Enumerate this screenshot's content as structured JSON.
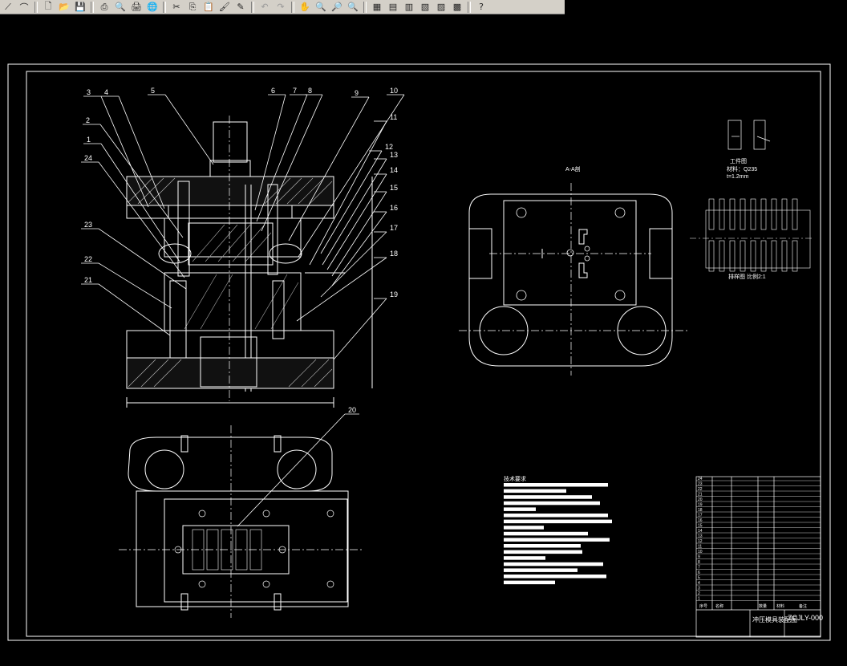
{
  "toolbar": {
    "buttons": [
      {
        "name": "polyline-icon",
        "glyph": "⟋"
      },
      {
        "name": "arc-icon",
        "glyph": "⌒"
      },
      {
        "name": "sep"
      },
      {
        "name": "new-file-icon",
        "glyph": "🗋"
      },
      {
        "name": "open-folder-icon",
        "glyph": "📂"
      },
      {
        "name": "save-icon",
        "glyph": "💾"
      },
      {
        "name": "sep"
      },
      {
        "name": "print-icon",
        "glyph": "⎙"
      },
      {
        "name": "plot-preview-icon",
        "glyph": "🔍"
      },
      {
        "name": "publish-icon",
        "glyph": "🖨"
      },
      {
        "name": "globe-icon",
        "glyph": "🌐"
      },
      {
        "name": "sep"
      },
      {
        "name": "cut-icon",
        "glyph": "✂"
      },
      {
        "name": "copy-icon",
        "glyph": "⎘"
      },
      {
        "name": "paste-icon",
        "glyph": "📋"
      },
      {
        "name": "brush-icon",
        "glyph": "🖌"
      },
      {
        "name": "match-properties-icon",
        "glyph": "✎"
      },
      {
        "name": "sep"
      },
      {
        "name": "undo-icon",
        "glyph": "↶",
        "off": true
      },
      {
        "name": "redo-icon",
        "glyph": "↷",
        "off": true
      },
      {
        "name": "sep"
      },
      {
        "name": "pan-icon",
        "glyph": "✋"
      },
      {
        "name": "zoom-realtime-icon",
        "glyph": "🔍"
      },
      {
        "name": "zoom-window-icon",
        "glyph": "🔎"
      },
      {
        "name": "zoom-previous-icon",
        "glyph": "🔍"
      },
      {
        "name": "sep"
      },
      {
        "name": "properties-icon",
        "glyph": "▦"
      },
      {
        "name": "design-center-icon",
        "glyph": "▤"
      },
      {
        "name": "tool-palette-icon",
        "glyph": "▥"
      },
      {
        "name": "sheet-set-icon",
        "glyph": "▧"
      },
      {
        "name": "markup-icon",
        "glyph": "▨"
      },
      {
        "name": "calculator-icon",
        "glyph": "▩"
      },
      {
        "name": "sep"
      },
      {
        "name": "help-icon",
        "glyph": "?"
      }
    ]
  },
  "drawing": {
    "part_numbers_top": [
      "3",
      "4",
      "5",
      "6",
      "7",
      "8",
      "9",
      "10"
    ],
    "part_numbers_right": [
      "11",
      "12",
      "13",
      "14",
      "15",
      "16",
      "17",
      "18",
      "19"
    ],
    "part_numbers_left": [
      "2",
      "1",
      "24",
      "23",
      "22",
      "21"
    ],
    "part_number_bottom": "20",
    "section_label": "A-A剖",
    "workpiece_title": "工件图",
    "workpiece_material": "材料：Q235",
    "workpiece_thickness": "t=1.2mm",
    "layout_caption": "排样图 比例2:1",
    "tech_req_title": "技术要求",
    "title_block": {
      "drawing_no": "ZCJLY-000",
      "name": "冲压模具装配图",
      "row_numbers": [
        "24",
        "23",
        "22",
        "21",
        "20",
        "19",
        "18",
        "17",
        "16",
        "15",
        "14",
        "13",
        "12",
        "11",
        "10",
        "9",
        "8",
        "7",
        "6",
        "5",
        "4",
        "3",
        "2",
        "1"
      ],
      "header": [
        "序号",
        "名称",
        "数量",
        "材料",
        "备注"
      ]
    }
  }
}
